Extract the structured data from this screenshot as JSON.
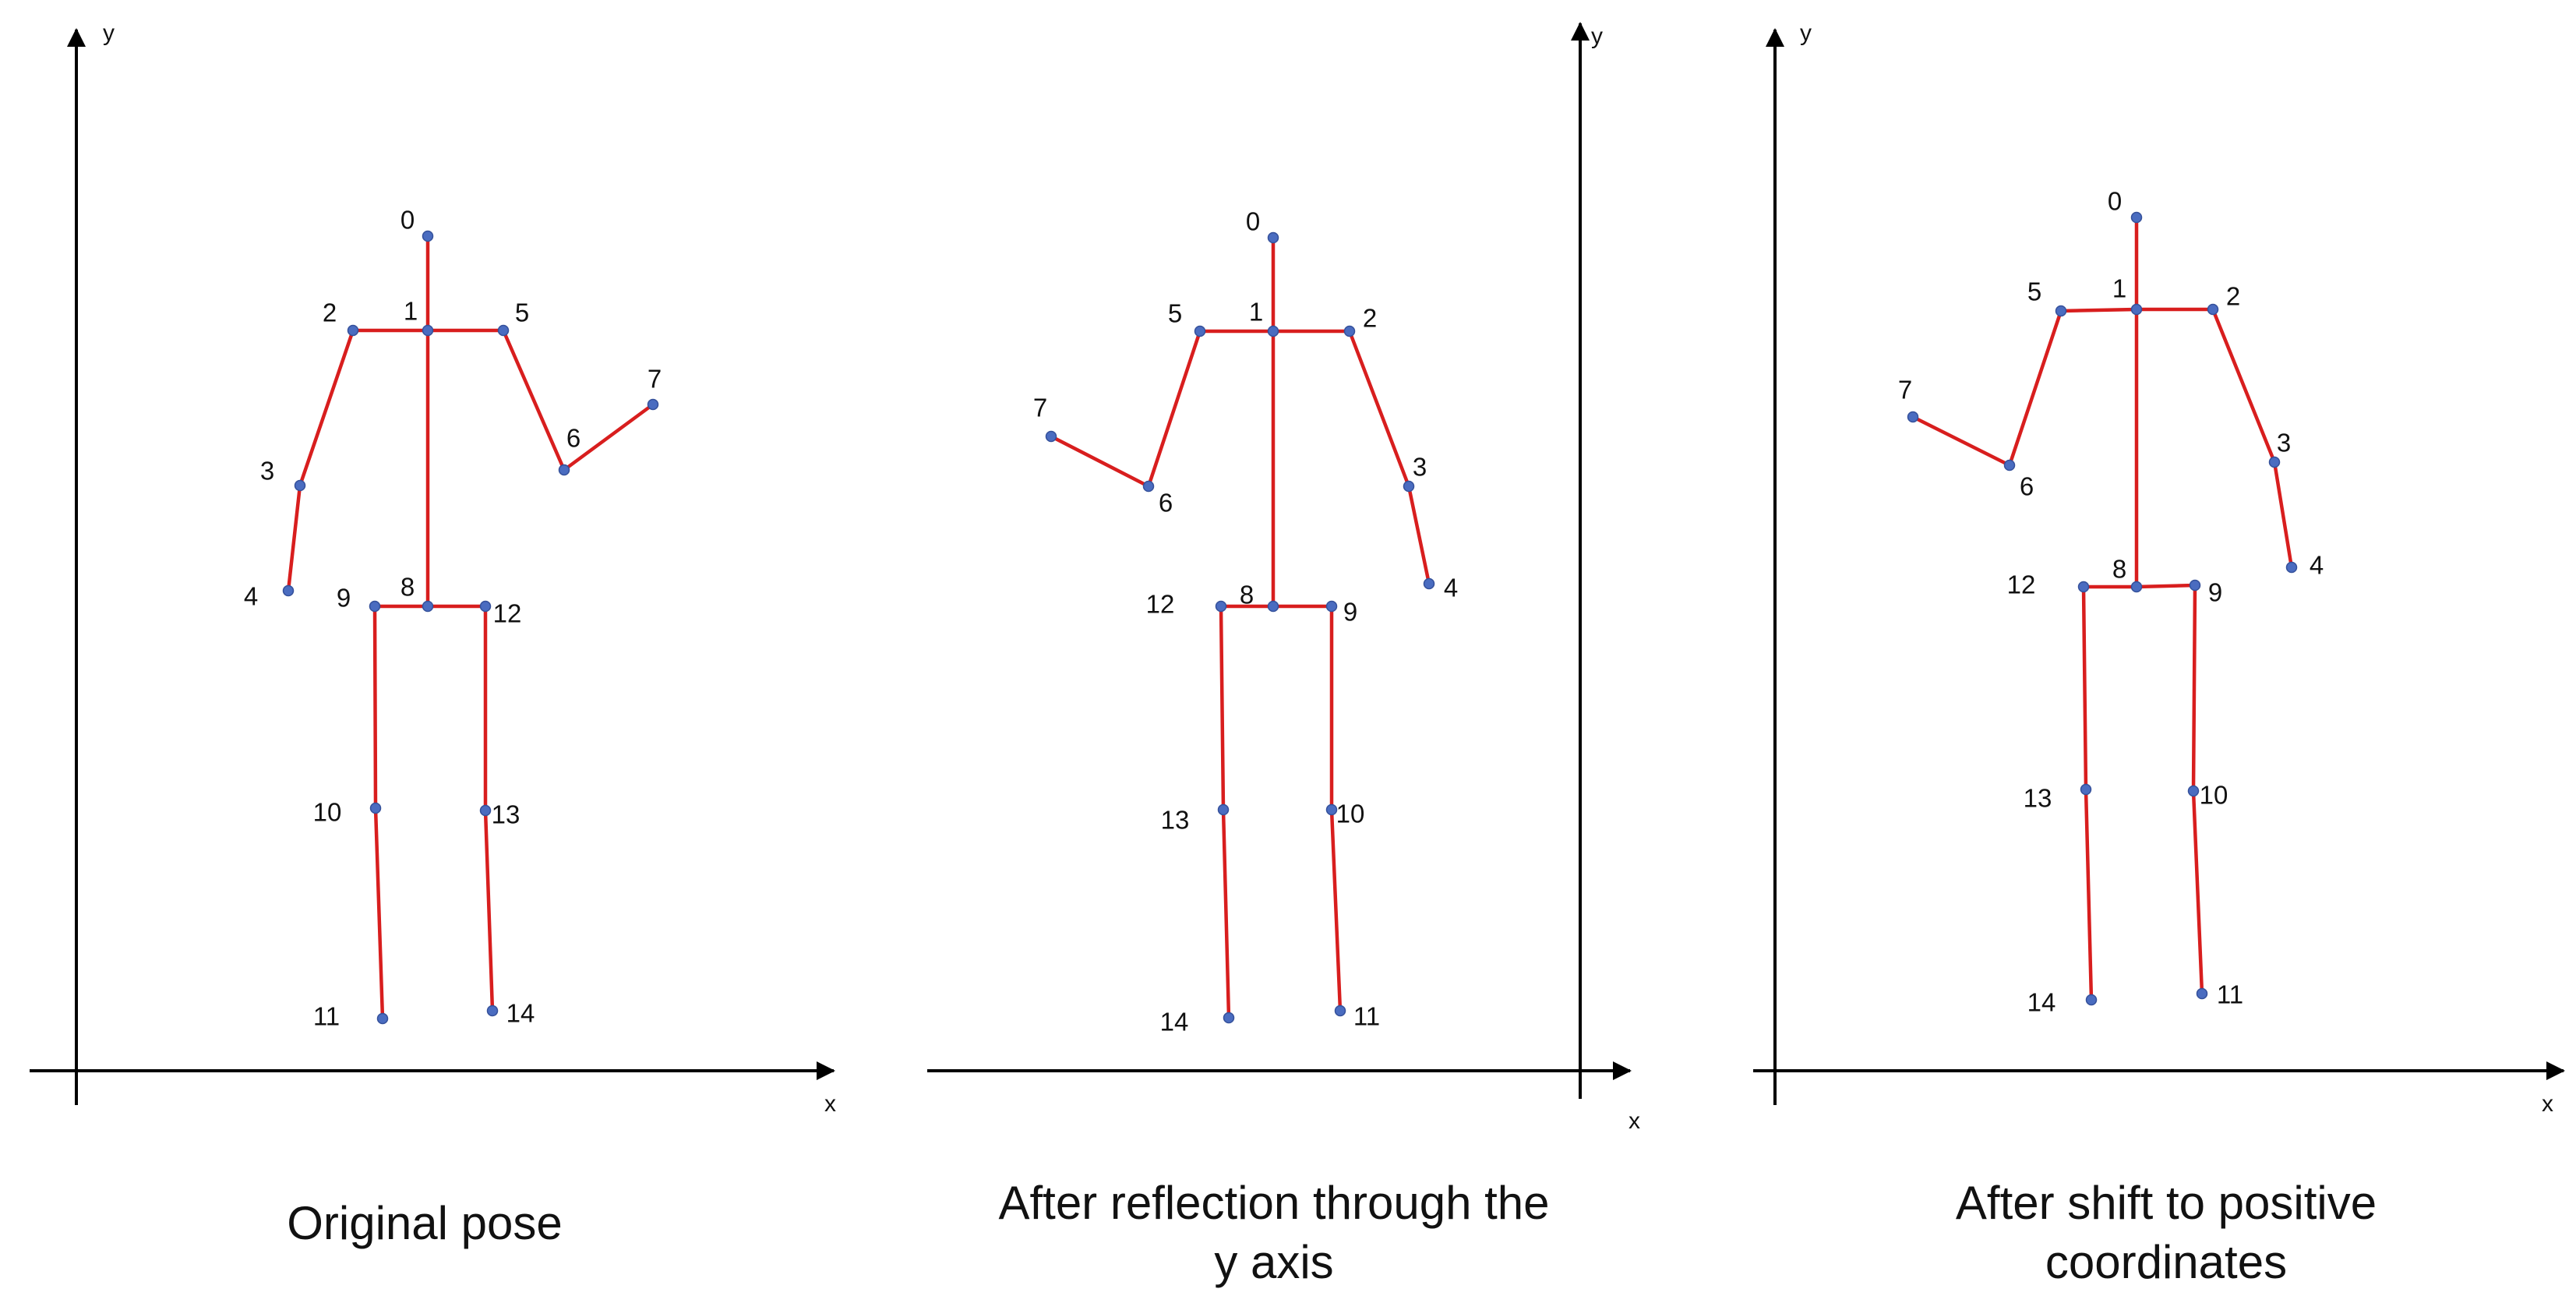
{
  "axes": {
    "x_label": "x",
    "y_label": "y"
  },
  "panels": [
    {
      "caption_lines": [
        "Original pose"
      ],
      "joints": [
        {
          "id": "0",
          "label": "0"
        },
        {
          "id": "1",
          "label": "1"
        },
        {
          "id": "2",
          "label": "2"
        },
        {
          "id": "3",
          "label": "3"
        },
        {
          "id": "4",
          "label": "4"
        },
        {
          "id": "5",
          "label": "5"
        },
        {
          "id": "6",
          "label": "6"
        },
        {
          "id": "7",
          "label": "7"
        },
        {
          "id": "8",
          "label": "8"
        },
        {
          "id": "9",
          "label": "9"
        },
        {
          "id": "10",
          "label": "10"
        },
        {
          "id": "11",
          "label": "11"
        },
        {
          "id": "12",
          "label": "12"
        },
        {
          "id": "13",
          "label": "13"
        },
        {
          "id": "14",
          "label": "14"
        }
      ]
    },
    {
      "caption_lines": [
        "After reflection through the",
        "y axis"
      ],
      "joints": [
        {
          "id": "0",
          "label": "0"
        },
        {
          "id": "1",
          "label": "1"
        },
        {
          "id": "2",
          "label": "2"
        },
        {
          "id": "3",
          "label": "3"
        },
        {
          "id": "4",
          "label": "4"
        },
        {
          "id": "5",
          "label": "5"
        },
        {
          "id": "6",
          "label": "6"
        },
        {
          "id": "7",
          "label": "7"
        },
        {
          "id": "8",
          "label": "8"
        },
        {
          "id": "9",
          "label": "9"
        },
        {
          "id": "10",
          "label": "10"
        },
        {
          "id": "11",
          "label": "11"
        },
        {
          "id": "12",
          "label": "12"
        },
        {
          "id": "13",
          "label": "13"
        },
        {
          "id": "14",
          "label": "14"
        }
      ]
    },
    {
      "caption_lines": [
        "After shift to positive",
        "coordinates"
      ],
      "joints": [
        {
          "id": "0",
          "label": "0"
        },
        {
          "id": "1",
          "label": "1"
        },
        {
          "id": "2",
          "label": "2"
        },
        {
          "id": "3",
          "label": "3"
        },
        {
          "id": "4",
          "label": "4"
        },
        {
          "id": "5",
          "label": "5"
        },
        {
          "id": "6",
          "label": "6"
        },
        {
          "id": "7",
          "label": "7"
        },
        {
          "id": "8",
          "label": "8"
        },
        {
          "id": "9",
          "label": "9"
        },
        {
          "id": "10",
          "label": "10"
        },
        {
          "id": "11",
          "label": "11"
        },
        {
          "id": "12",
          "label": "12"
        },
        {
          "id": "13",
          "label": "13"
        },
        {
          "id": "14",
          "label": "14"
        }
      ]
    }
  ],
  "skeleton_edges": [
    [
      "0",
      "1"
    ],
    [
      "1",
      "2"
    ],
    [
      "2",
      "3"
    ],
    [
      "3",
      "4"
    ],
    [
      "1",
      "5"
    ],
    [
      "5",
      "6"
    ],
    [
      "6",
      "7"
    ],
    [
      "1",
      "8"
    ],
    [
      "8",
      "9"
    ],
    [
      "9",
      "10"
    ],
    [
      "10",
      "11"
    ],
    [
      "8",
      "12"
    ],
    [
      "12",
      "13"
    ],
    [
      "13",
      "14"
    ]
  ],
  "colors": {
    "bone": "#d81e1e",
    "joint": "#4a6cc0",
    "axis": "#000000"
  }
}
